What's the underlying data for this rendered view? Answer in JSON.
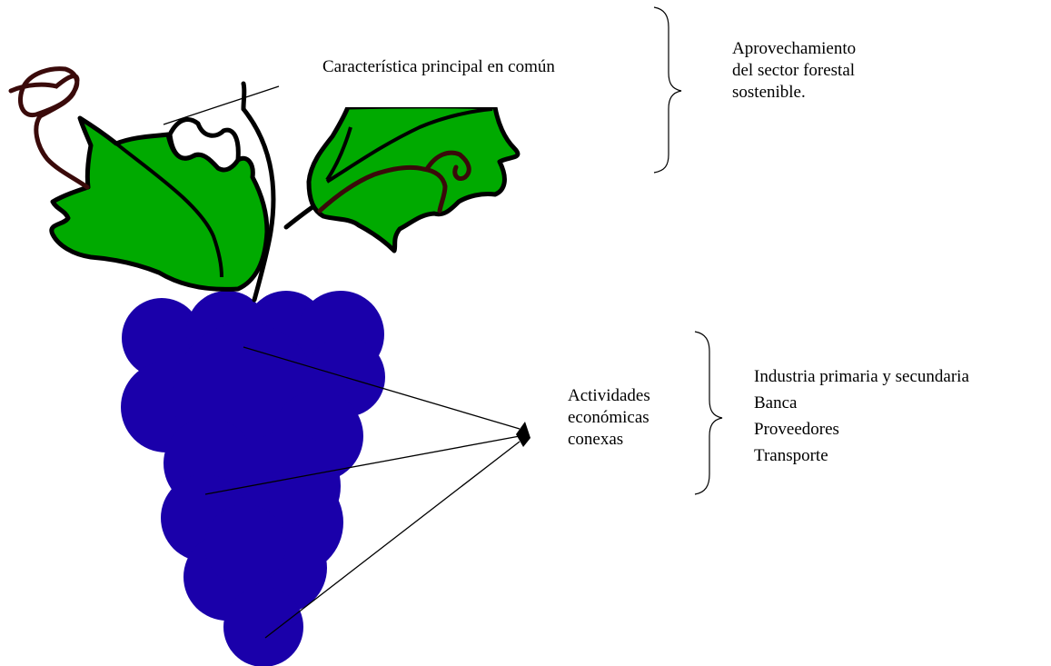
{
  "diagram": {
    "top_label": "Característica principal en común",
    "top_right_lines": [
      "Aprovechamiento",
      "del sector forestal",
      "sostenible."
    ],
    "middle_lines": [
      "Actividades",
      "económicas",
      "conexas"
    ],
    "list_items": [
      "Industria primaria y secundaria",
      "Banca",
      "Proveedores",
      "Transporte"
    ]
  },
  "colors": {
    "leaf": "#00aa00",
    "grapes": "#1a00aa",
    "tendril": "#3a0a0a",
    "outline": "#000000"
  }
}
